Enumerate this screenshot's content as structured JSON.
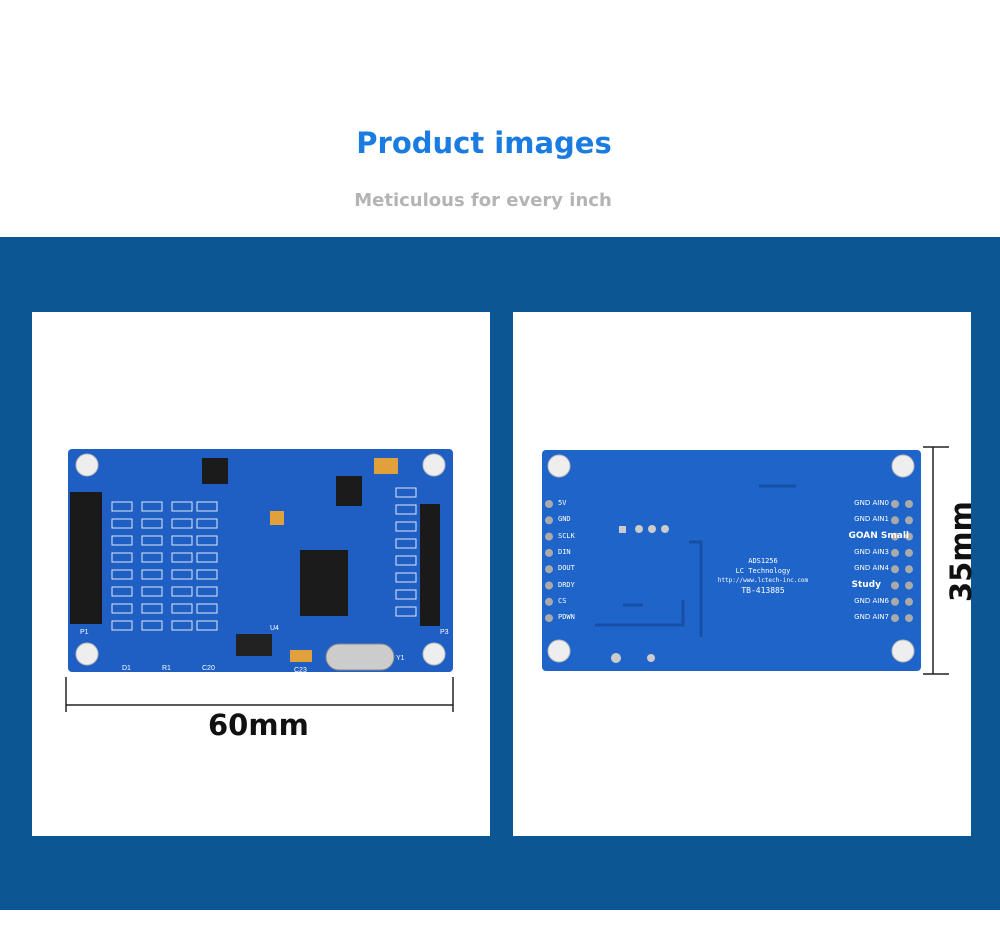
{
  "header": {
    "title": "Product images",
    "subtitle": "Meticulous for every inch"
  },
  "front": {
    "width_label": "60mm",
    "silk": [
      "P1",
      "P3",
      "R1",
      "C20",
      "C23",
      "Y1",
      "D1",
      "U4"
    ]
  },
  "back": {
    "height_label": "35mm",
    "left_pins": [
      "5V",
      "GND",
      "SCLK",
      "DIN",
      "DOUT",
      "DRDY",
      "CS",
      "PDWN"
    ],
    "right_pins": [
      "GND AIN0",
      "GND AIN1",
      "GOAN Small",
      "GND AIN3",
      "GND AIN4",
      "Study",
      "GND AIN6",
      "GND AIN7"
    ],
    "center": [
      "ADS1256",
      "LC Technology",
      "http://www.lctech-inc.com",
      "TB-413885"
    ]
  },
  "colors": {
    "accent": "#1a7ce0",
    "band": "#0c5793",
    "pcb": "#1f64c8"
  }
}
